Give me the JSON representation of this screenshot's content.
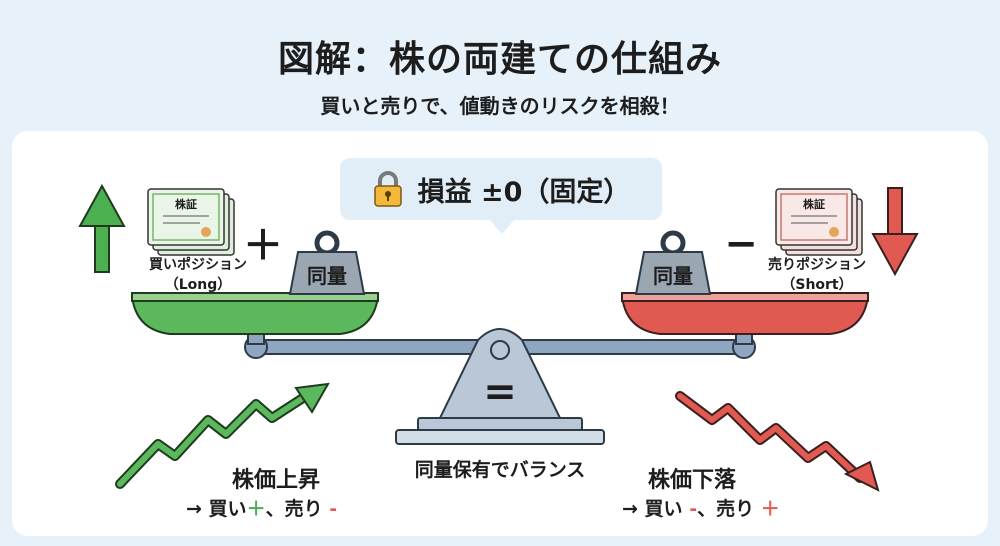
{
  "header": {
    "title": "図解：株の両建ての仕組み",
    "subtitle": "買いと売りで、値動きのリスクを相殺！"
  },
  "center_box": {
    "text": "損益 ±0（固定）",
    "icon": "lock-icon"
  },
  "left": {
    "certificate_label": "株証",
    "sign": "＋",
    "position_label": "買いポジション",
    "position_sub": "（Long）",
    "weight_label": "同量",
    "pan_color": "#5cb85c",
    "arrow_color": "#4caf50"
  },
  "right": {
    "certificate_label": "株証",
    "sign": "−",
    "position_label": "売りポジション",
    "position_sub": "（Short）",
    "weight_label": "同量",
    "pan_color": "#e05a52",
    "arrow_color": "#e05a52"
  },
  "fulcrum": {
    "symbol": "=",
    "caption": "同量保有でバランス"
  },
  "rise": {
    "title": "株価上昇",
    "arrow": "→",
    "buy": "買い",
    "buy_sign": "＋",
    "sep": "、",
    "sell": "売り",
    "sell_sign": "-"
  },
  "fall": {
    "title": "株価下落",
    "arrow": "→",
    "buy": "買い",
    "buy_sign": "-",
    "sep": "、",
    "sell": "売り",
    "sell_sign": "＋"
  },
  "colors": {
    "background": "#e6f1fa",
    "beam": "#8ea6bf",
    "weight": "#9aa6b2",
    "gain": "#4caf50",
    "loss": "#e05a52"
  }
}
